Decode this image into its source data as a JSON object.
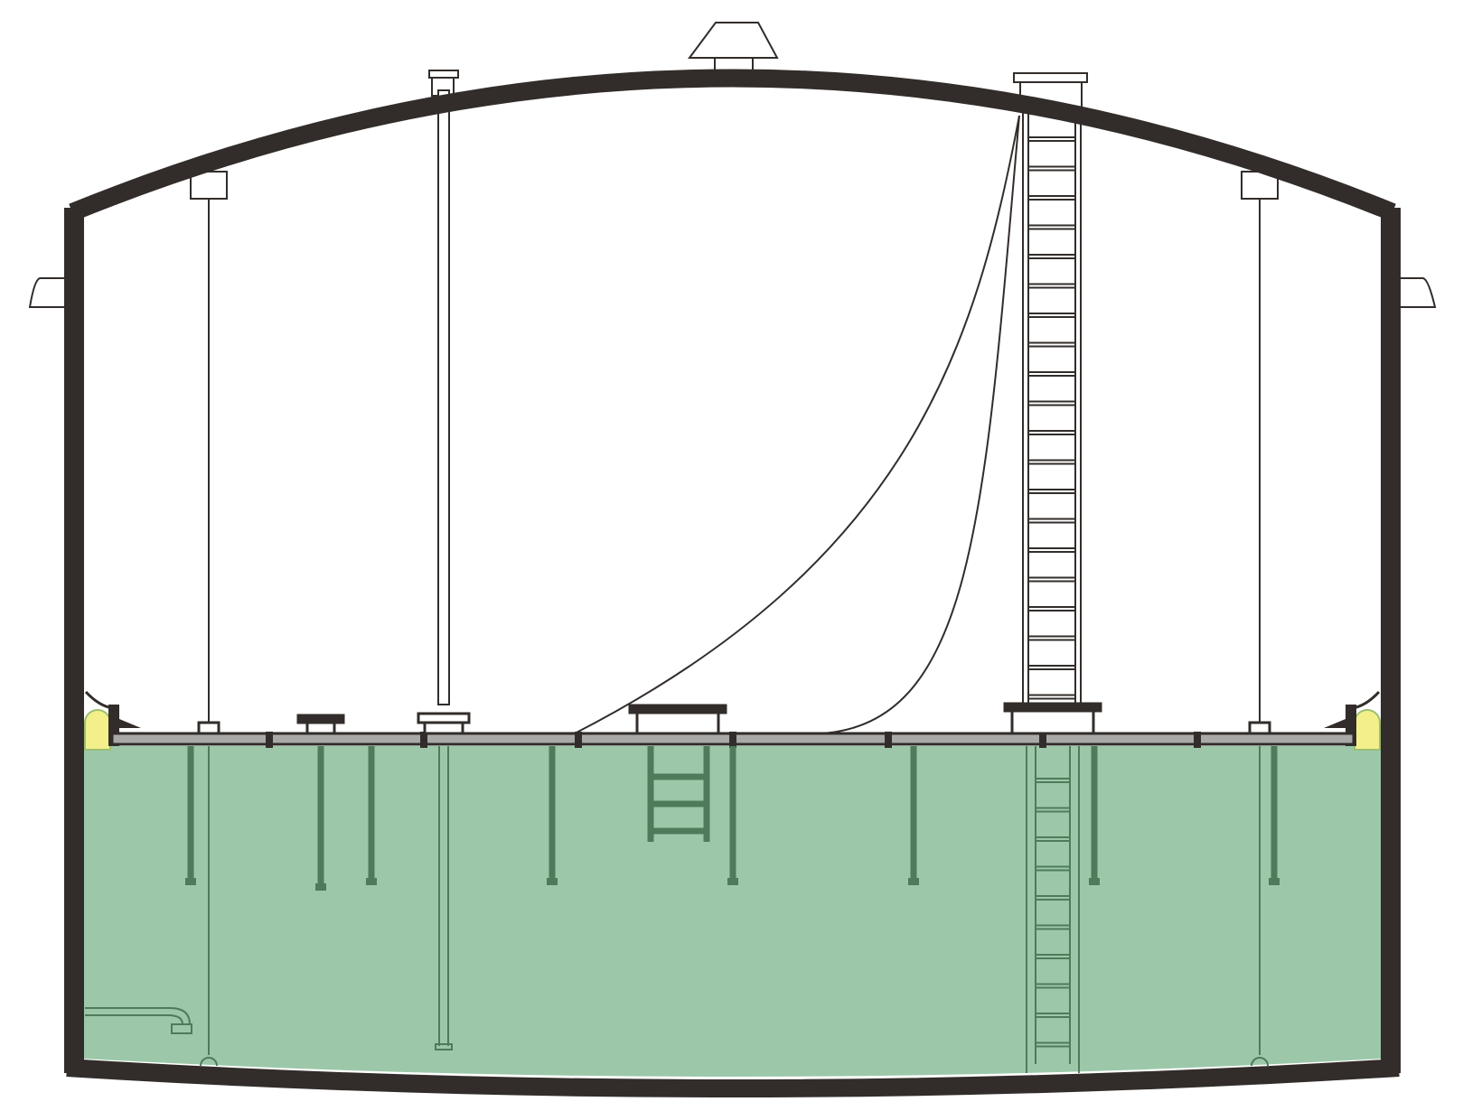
{
  "diagram": {
    "kind": "internal-floating-roof-storage-tank-cross-section",
    "colors": {
      "shell": "#322d2a",
      "liquid": "#9cc8a9",
      "liquid_structure": "#4e7b5a",
      "deck_surface": "#a9aaa8",
      "rim_seal": "#f3f08c",
      "rim_seal_edge": "#9cbf72",
      "outline": "#322d2a",
      "background": "#ffffff"
    },
    "components": [
      "tank-shell",
      "fixed-cone-roof",
      "roof-center-vent",
      "gauge-well-column",
      "roof-access-ladder",
      "internal-floating-deck",
      "deck-support-legs",
      "rim-seals",
      "deck-manhole",
      "anti-rotation-cables",
      "flexible-drain-hoses",
      "rolling-ladder",
      "shell-vents",
      "inlet-pipe",
      "stored-liquid"
    ]
  }
}
